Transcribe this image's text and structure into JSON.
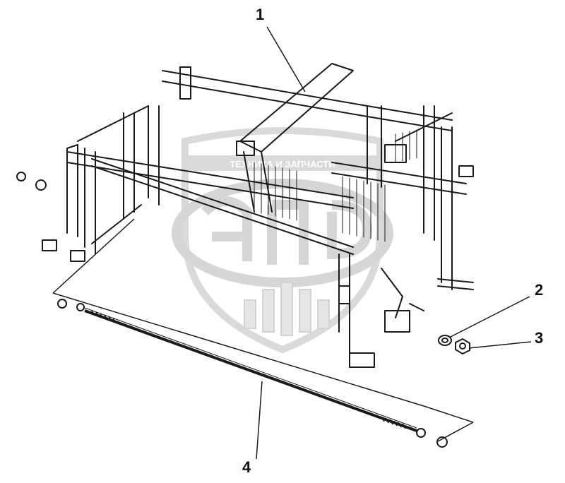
{
  "diagram": {
    "callouts": [
      {
        "id": "c1",
        "label": "1"
      },
      {
        "id": "c2",
        "label": "2"
      },
      {
        "id": "c3",
        "label": "3"
      },
      {
        "id": "c4",
        "label": "4"
      }
    ],
    "watermark": {
      "top_text": "ТЕХНИКА И ЗАПЧАСТИ",
      "logo_text": "ЭПЭ"
    },
    "colors": {
      "line": "#1a1a1a",
      "watermark": "#c8c8c8",
      "background": "#ffffff"
    }
  }
}
